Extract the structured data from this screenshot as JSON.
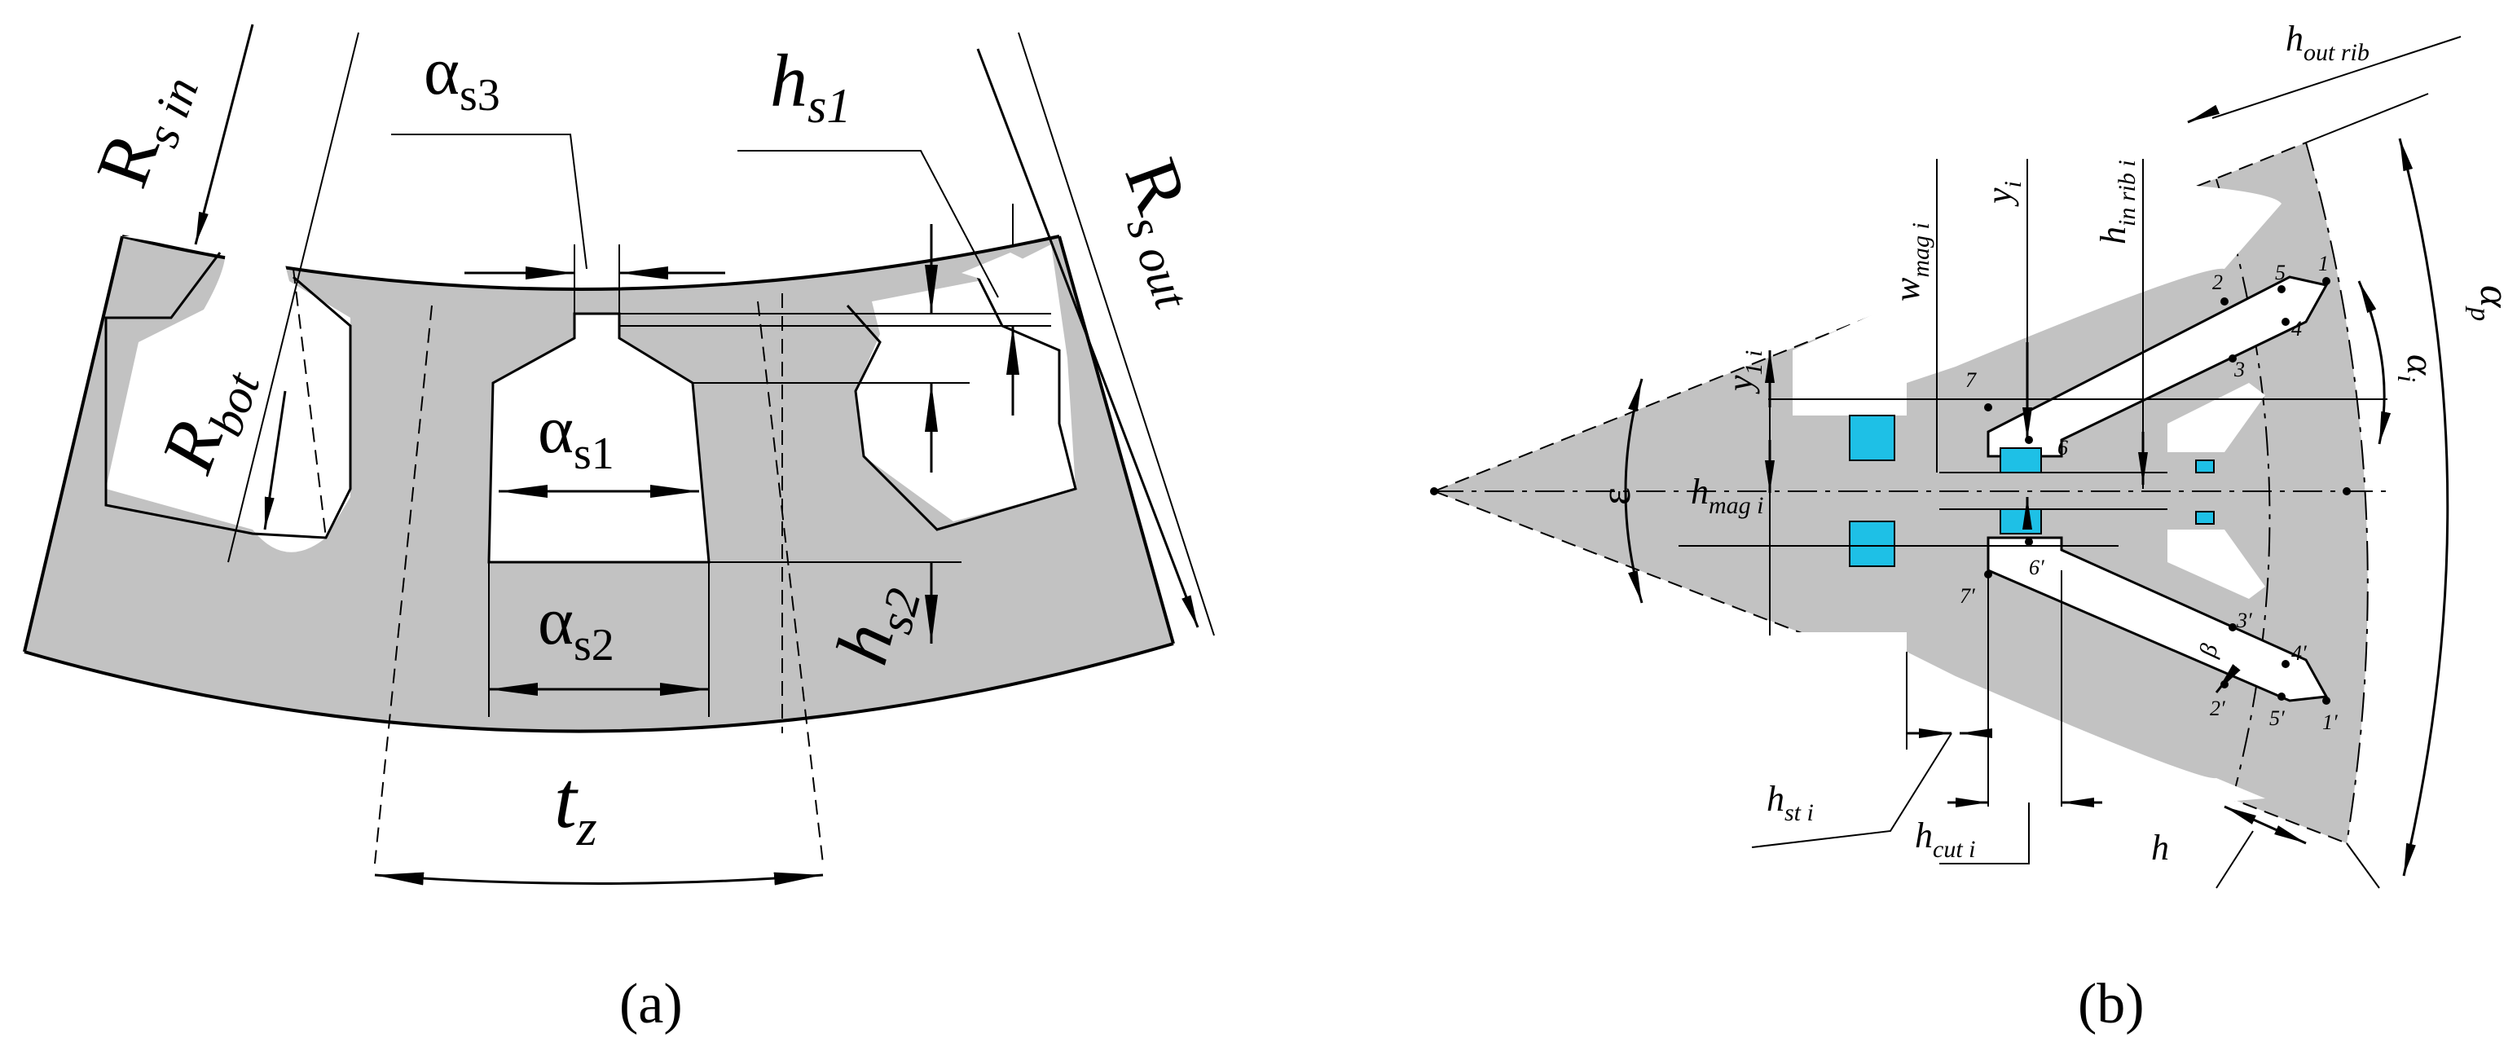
{
  "panel_a": {
    "caption": "(a)",
    "labels": {
      "R_s_in_main": "R",
      "R_s_in_sub": "s in",
      "alpha_s3_main": "α",
      "alpha_s3_sub": "s3",
      "h_s1_main": "h",
      "h_s1_sub": "s1",
      "R_s_out_main": "R",
      "R_s_out_sub": "s out",
      "R_bot_main": "R",
      "R_bot_sub": "bot",
      "alpha_s1_main": "α",
      "alpha_s1_sub": "s1",
      "alpha_s2_main": "α",
      "alpha_s2_sub": "s2",
      "h_s2_main": "h",
      "h_s2_sub": "s2",
      "t_z_main": "t",
      "t_z_sub": "z"
    }
  },
  "panel_b": {
    "caption": "(b)",
    "labels": {
      "h_out_rib_main": "h",
      "h_out_rib_sub": "out rib",
      "w_mag_i_main": "w",
      "w_mag_i_sub": "mag i",
      "y_i_main": "y",
      "y_i_sub": "i",
      "h_in_rib_i_main": "h",
      "h_in_rib_i_sub": "in rib i",
      "alpha_p_main": "α",
      "alpha_p_sub": "p",
      "alpha_i_main": "α",
      "alpha_i_sub": "i",
      "y_1_i_main": "y",
      "y_1_i_sub": "1 i",
      "epsilon": "ε",
      "h_mag_i_main": "h",
      "h_mag_i_sub": "mag i",
      "beta": "β",
      "h_st_i_main": "h",
      "h_st_i_sub": "st i",
      "h_cut_i_main": "h",
      "h_cut_i_sub": "cut i",
      "h": "h",
      "points": {
        "p1": "1",
        "p2": "2",
        "p3": "3",
        "p4": "4",
        "p5": "5",
        "p6": "6",
        "p7": "7",
        "p1p": "1′",
        "p2p": "2′",
        "p3p": "3′",
        "p4p": "4′",
        "p5p": "5′",
        "p6p": "6′",
        "p7p": "7′"
      }
    }
  },
  "colors": {
    "steel": "#c2c2c2",
    "magnet": "#1ec0e6",
    "ink": "#000000",
    "background": "#ffffff"
  }
}
